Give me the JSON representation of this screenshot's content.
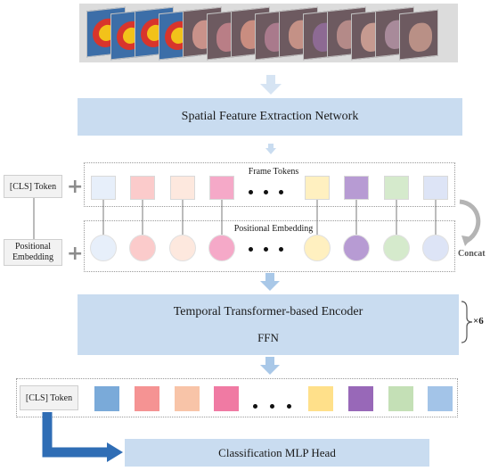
{
  "top_stage": {
    "label": "Spatial Feature Extraction Network"
  },
  "frame_tokens": {
    "title": "Frame Tokens",
    "colors": [
      "#e7effa",
      "#fbcbcb",
      "#fde8de",
      "#f5a9c8",
      "#fff0c0",
      "#b79bd3",
      "#d5eacc",
      "#dde4f6"
    ]
  },
  "positional_embedding": {
    "title": "Positional Embedding",
    "colors": [
      "#e7effa",
      "#fbcbcb",
      "#fde8de",
      "#f5a9c8",
      "#fff0c0",
      "#b79bd3",
      "#d5eacc",
      "#dde4f6"
    ]
  },
  "left_labels": {
    "cls_token": "[CLS] Token",
    "positional_embedding": "Positional\nEmbedding"
  },
  "concat_label": "Concat",
  "encoder": {
    "title": "Temporal Transformer-based Encoder",
    "ffn": "FFN",
    "repeat": "×6"
  },
  "output_tokens": {
    "cls_label": "[CLS] Token",
    "colors": [
      "#7aaad9",
      "#f59393",
      "#f8c4a8",
      "#f07aa3",
      "#ffe08a",
      "#9868b8",
      "#c4e0b6",
      "#a3c4e8"
    ]
  },
  "head": {
    "label": "Classification MLP Head"
  },
  "colors": {
    "bar_blue": "#c9dcf0",
    "arrow_blue": "#a9c8e8",
    "head_arrow": "#2f6db5"
  }
}
